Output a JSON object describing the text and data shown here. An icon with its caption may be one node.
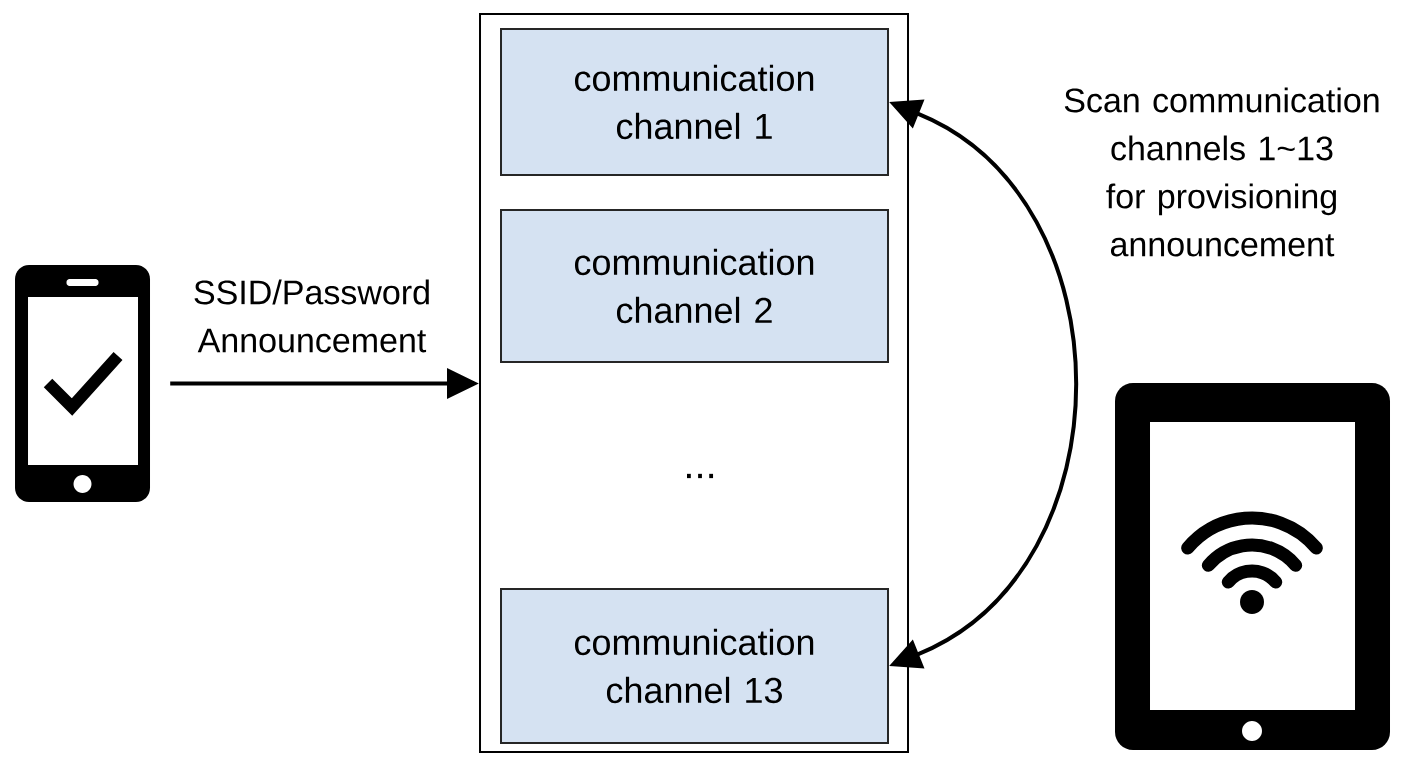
{
  "diagram": {
    "nodes": [
      {
        "text": [],
        "shape": "picture"
      },
      {
        "text": [],
        "shape": "box"
      },
      {
        "text": [
          "communication channel 1"
        ],
        "in": 1
      },
      {
        "text": [
          "communication channel 2"
        ],
        "in": 1
      },
      {
        "text": [
          "communication channel 13"
        ],
        "in": 1
      }
    ],
    "edges": [
      {
        "from": 0,
        "to": 1,
        "arrow": "to",
        "label": "SSID/Password Announcement"
      },
      {
        "from": 2,
        "to": 4,
        "arrow": "both",
        "label": "Scan communication channels 1~13 for provisioning announcement"
      }
    ],
    "labels": [
      "..."
    ]
  }
}
